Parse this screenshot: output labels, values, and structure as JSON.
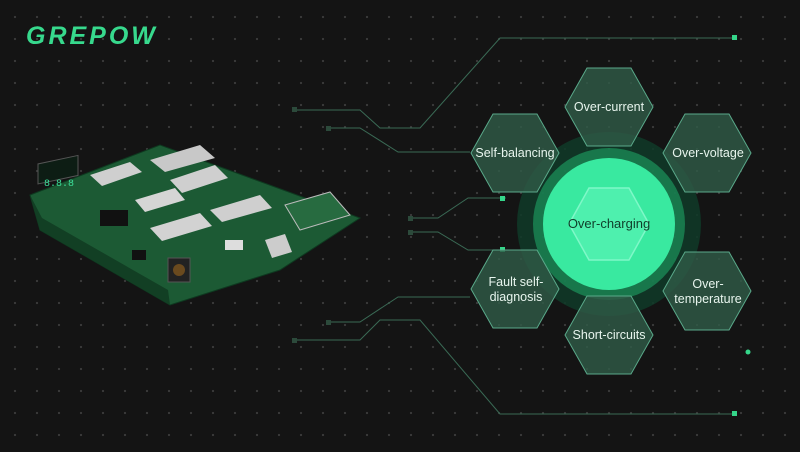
{
  "brand": {
    "logo_text": "GREPOW",
    "accent": "#37d98d"
  },
  "protections": {
    "center": "Over-charging",
    "top": "Over-current",
    "top_left": "Self-balancing",
    "top_right": "Over-voltage",
    "bottom_left": "Fault self-\ndiagnosis",
    "bottom_right": "Over-\ntemperature",
    "bottom": "Short-circuits"
  },
  "image": {
    "subject": "pcb-board"
  }
}
